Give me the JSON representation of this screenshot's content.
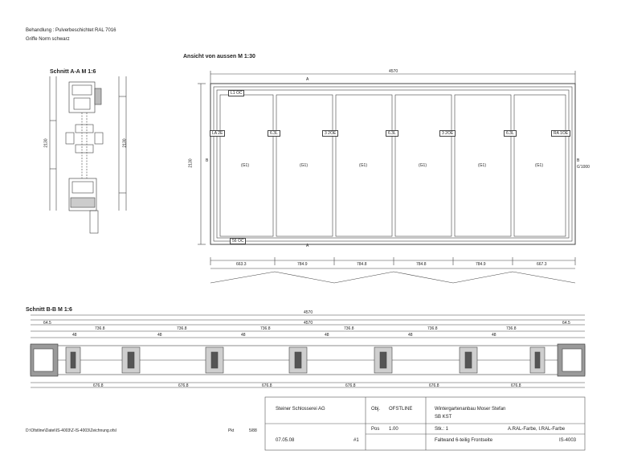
{
  "header": {
    "line1": "Behandlung : Pulverbeschichtet RAL 7016",
    "line2": "Griffe Norm schwarz"
  },
  "section_aa": {
    "title": "Schnitt A-A  M 1:6"
  },
  "elevation": {
    "title": "Ansicht von aussen  M 1:30",
    "overall_width": "4570",
    "height": "2130",
    "marker_a": "A",
    "marker_b": "B",
    "left_note": "B",
    "right_note": "B\nG'1000",
    "top_label": "L1 OC",
    "bottom_label": "56 OC",
    "panel_labels": [
      "LA 2E",
      "6.3L",
      "3 2OE",
      "6.3L",
      "3 2OE",
      "6.3L",
      "RA 1OE"
    ],
    "glass_label": "(G1)",
    "panel_widths": [
      "663.3",
      "784.9",
      "784.8",
      "784.8",
      "784.9",
      "667.3"
    ]
  },
  "section_bb": {
    "title": "Schnitt B-B  M 1:6",
    "overall_width": "4570",
    "overall_width2": "4570",
    "left_edge": "64.5",
    "right_edge": "64.5",
    "dim_repeat": "736.8",
    "dim_small": "48",
    "bottom_dim": "676.8"
  },
  "title_block": {
    "company": "Steiner Schlosserei AG",
    "obj_label": "Obj.",
    "obj_value": "OFSTLINE",
    "project": "Wintergartenanbau Moser Stefan",
    "sub": "SB  KST",
    "pos_label": "Pos",
    "pos_value": "1.00",
    "stk": "Stk.: 1",
    "color": "A.RAL-Farbe, I.RAL-Farbe",
    "product": "Faltwand 6-teilig Frontseite",
    "number": "IS-4003",
    "date": "07.05.08",
    "sheet": "#1"
  },
  "footer": {
    "path": "D:\\Ofstline\\Datei\\IS-4003\\Z-IS-4003\\Zeichnung.ofsl",
    "left": "Pkt",
    "right": "5/88"
  }
}
